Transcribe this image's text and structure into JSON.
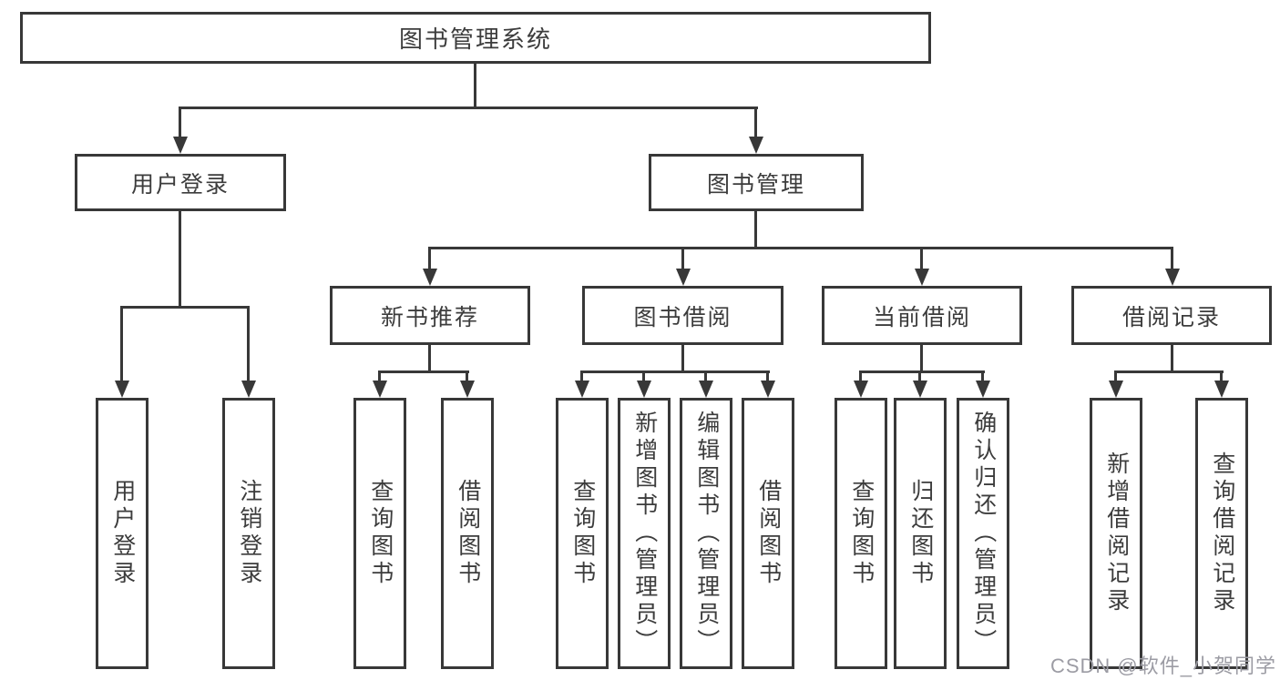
{
  "diagram": {
    "type": "tree",
    "root": {
      "label": "图书管理系统",
      "children": [
        {
          "label": "用户登录",
          "children": [
            {
              "label": "用户登录"
            },
            {
              "label": "注销登录"
            }
          ]
        },
        {
          "label": "图书管理",
          "children": [
            {
              "label": "新书推荐",
              "children": [
                {
                  "label": "查询图书"
                },
                {
                  "label": "借阅图书"
                }
              ]
            },
            {
              "label": "图书借阅",
              "children": [
                {
                  "label": "查询图书"
                },
                {
                  "label": "新增图书（管理员）"
                },
                {
                  "label": "编辑图书（管理员）"
                },
                {
                  "label": "借阅图书"
                }
              ]
            },
            {
              "label": "当前借阅",
              "children": [
                {
                  "label": "查询图书"
                },
                {
                  "label": "归还图书"
                },
                {
                  "label": "确认归还（管理员）"
                }
              ]
            },
            {
              "label": "借阅记录",
              "children": [
                {
                  "label": "新增借阅记录"
                },
                {
                  "label": "查询借阅记录"
                }
              ]
            }
          ]
        }
      ]
    }
  },
  "watermark": {
    "text": "CSDN @软件_小贺同学"
  },
  "colors": {
    "line": "#383838",
    "text": "#3c3c3c",
    "watermark": "#9c9ca4",
    "background": "#ffffff"
  }
}
